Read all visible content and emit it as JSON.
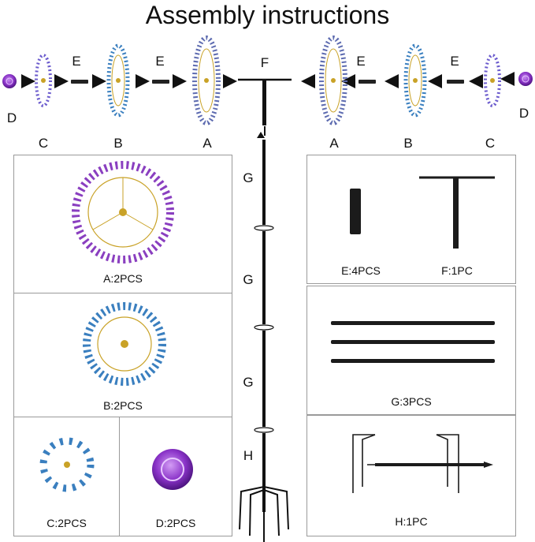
{
  "title": "Assembly instructions",
  "top_row": {
    "left": [
      "D",
      "C",
      "E",
      "B",
      "E",
      "A"
    ],
    "center": "F",
    "right": [
      "A",
      "E",
      "B",
      "E",
      "C",
      "D"
    ]
  },
  "under_row": {
    "left": [
      "C",
      "B",
      "A"
    ],
    "right": [
      "A",
      "B",
      "C"
    ]
  },
  "pole_labels": [
    "G",
    "G",
    "G",
    "H"
  ],
  "parts": {
    "a": "A:2PCS",
    "b": "B:2PCS",
    "c": "C:2PCS",
    "d": "D:2PCS",
    "e": "E:4PCS",
    "f": "F:1PC",
    "g": "G:3PCS",
    "h": "H:1PC"
  },
  "colors": {
    "purple": "#7a2bb8",
    "gold": "#c9a227",
    "pole": "#1b1b1b",
    "border": "#9a9a9a"
  }
}
